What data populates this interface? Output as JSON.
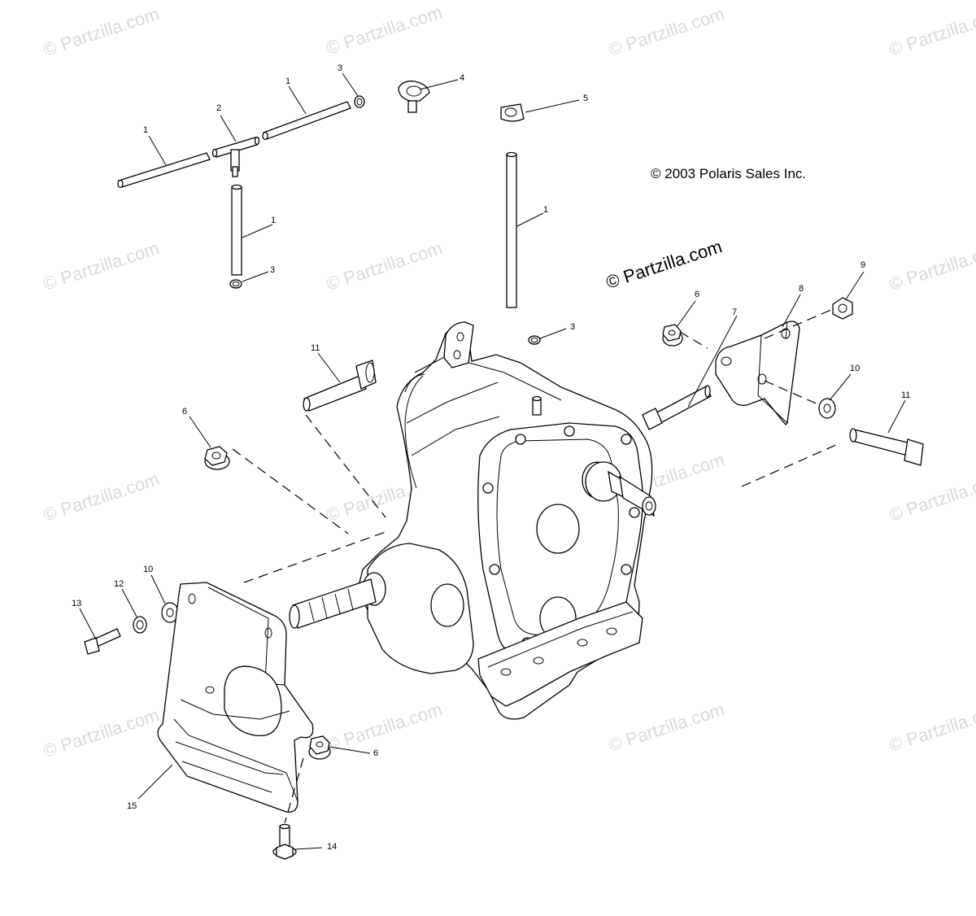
{
  "copyright": "© 2003 Polaris Sales Inc.",
  "site_mark": "© Partzilla.com",
  "watermark": "© Partzilla.com",
  "callouts": [
    {
      "id": "c1a",
      "text": "1"
    },
    {
      "id": "c1b",
      "text": "1"
    },
    {
      "id": "c1c",
      "text": "1"
    },
    {
      "id": "c1d",
      "text": "1"
    },
    {
      "id": "c2",
      "text": "2"
    },
    {
      "id": "c3a",
      "text": "3"
    },
    {
      "id": "c3b",
      "text": "3"
    },
    {
      "id": "c3c",
      "text": "3"
    },
    {
      "id": "c4",
      "text": "4"
    },
    {
      "id": "c5",
      "text": "5"
    },
    {
      "id": "c6a",
      "text": "6"
    },
    {
      "id": "c6b",
      "text": "6"
    },
    {
      "id": "c6c",
      "text": "6"
    },
    {
      "id": "c7",
      "text": "7"
    },
    {
      "id": "c8",
      "text": "8"
    },
    {
      "id": "c9",
      "text": "9"
    },
    {
      "id": "c10a",
      "text": "10"
    },
    {
      "id": "c10b",
      "text": "10"
    },
    {
      "id": "c11a",
      "text": "11"
    },
    {
      "id": "c11b",
      "text": "11"
    },
    {
      "id": "c12",
      "text": "12"
    },
    {
      "id": "c13",
      "text": "13"
    },
    {
      "id": "c14",
      "text": "14"
    },
    {
      "id": "c15",
      "text": "15"
    }
  ]
}
